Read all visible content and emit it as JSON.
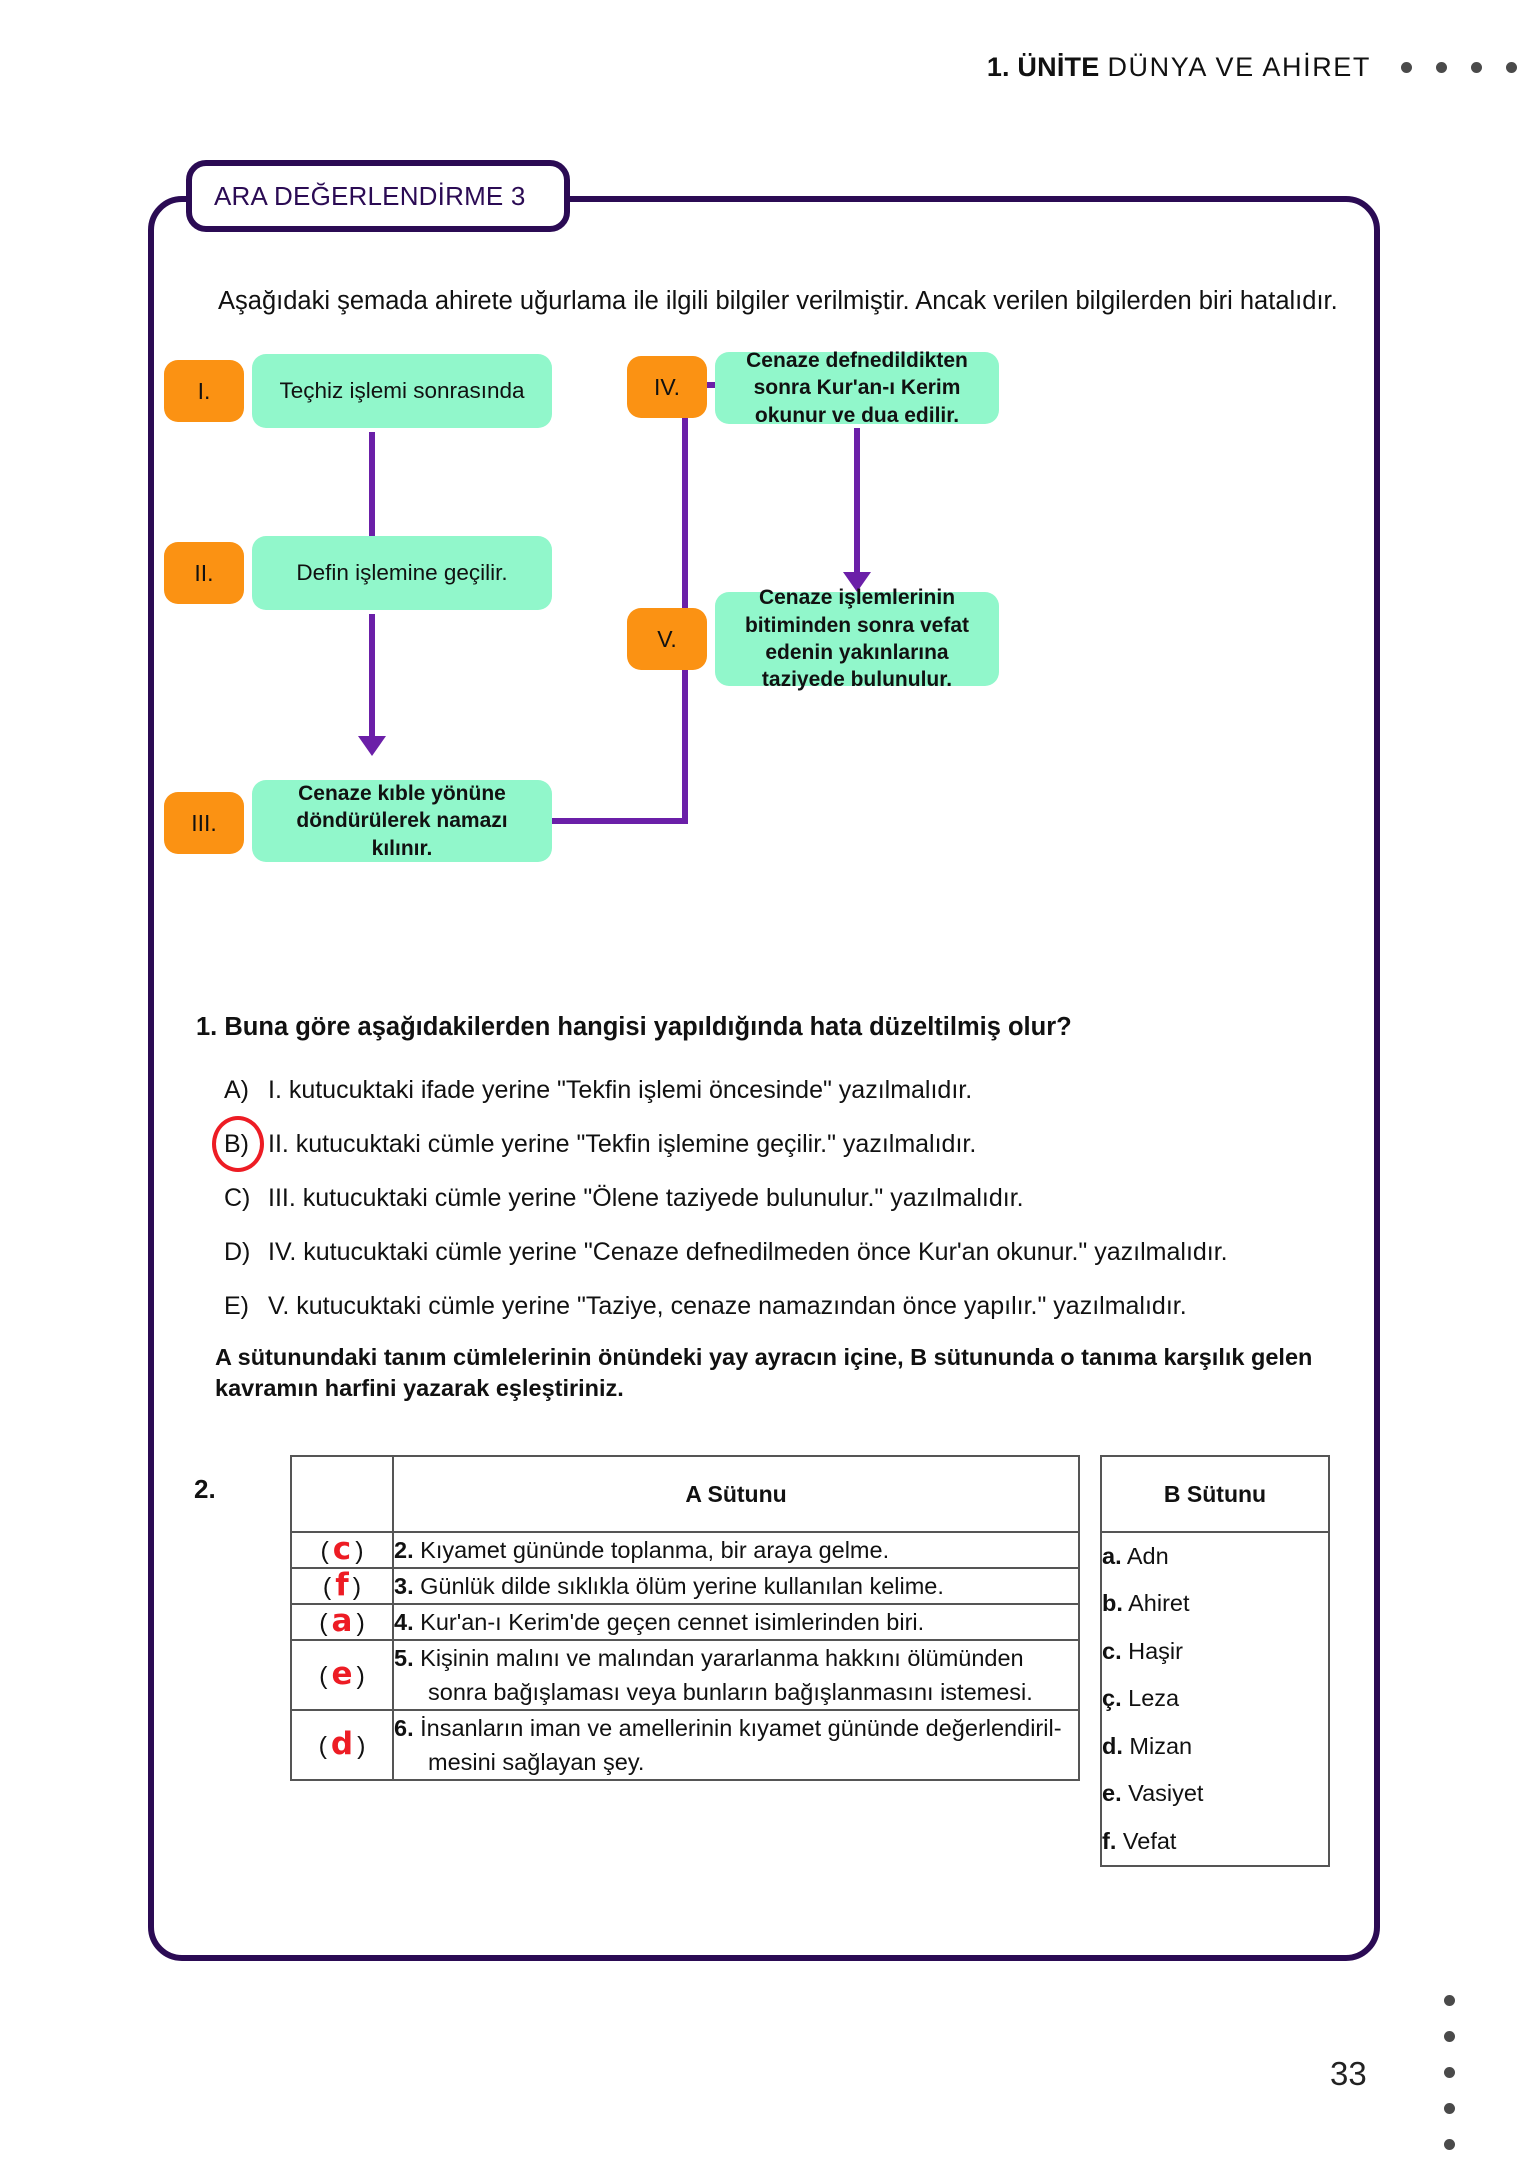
{
  "header": {
    "unit_strong": "1. ÜNİTE",
    "unit_light": "DÜNYA VE AHİRET",
    "dot_count": 4
  },
  "section": {
    "tab_label": "ARA DEĞERLENDİRME 3",
    "border_color": "#2b0b54"
  },
  "intro": {
    "text": "Aşağıdaki şemada ahirete uğurlama ile ilgili bilgiler verilmiştir. Ancak verilen bilgilerden biri hatalıdır."
  },
  "flowchart": {
    "badge_color": "#FB9213",
    "box_color": "#91F7CB",
    "arrow_color": "#6B1FA8",
    "steps": [
      {
        "numeral": "I.",
        "text": "Teçhiz işlemi sonrasında"
      },
      {
        "numeral": "II.",
        "text": "Defin işlemine geçilir."
      },
      {
        "numeral": "III.",
        "text": "Cenaze kıble yönüne döndürülerek namazı kılınır."
      },
      {
        "numeral": "IV.",
        "text": "Cenaze defnedildikten sonra Kur'an-ı Kerim okunur ve dua edilir."
      },
      {
        "numeral": "V.",
        "text": "Cenaze işlemlerinin bitiminden sonra vefat edenin yakınlarına taziyede bulunulur."
      }
    ]
  },
  "question1": {
    "number": "1.",
    "prompt": "Buna göre aşağıdakilerden hangisi yapıldığında hata düzeltilmiş olur?",
    "marked_option": "B",
    "mark_color": "#ED1C24",
    "options": [
      {
        "label": "A)",
        "text": "I. kutucuktaki ifade yerine \"Tekfin işlemi öncesinde\" yazılmalıdır."
      },
      {
        "label": "B)",
        "text": "II. kutucuktaki cümle yerine \"Tekfin işlemine geçilir.\" yazılmalıdır."
      },
      {
        "label": "C)",
        "text": "III. kutucuktaki cümle yerine \"Ölene taziyede bulunulur.\" yazılmalıdır."
      },
      {
        "label": "D)",
        "text": "IV. kutucuktaki cümle yerine \"Cenaze defnedilmeden önce Kur'an okunur.\" yazılmalıdır."
      },
      {
        "label": "E)",
        "text": "V. kutucuktaki cümle yerine \"Taziye, cenaze namazından önce yapılır.\" yazılmalıdır."
      }
    ]
  },
  "instruction2": {
    "text": "A sütunundaki tanım cümlelerinin önündeki yay ayracın içine, B sütununda o tanıma karşılık gelen kavramın harfini yazarak eşleştiriniz."
  },
  "question2": {
    "number": "2.",
    "column_a_header": "A Sütunu",
    "column_b_header": "B Sütunu",
    "answer_color": "#ED1C24",
    "rows": [
      {
        "answer": "c",
        "num": "2.",
        "text": "Kıyamet gününde toplanma, bir araya gelme.",
        "text2": ""
      },
      {
        "answer": "f",
        "num": "3.",
        "text": "Günlük dilde sıklıkla ölüm yerine kullanılan kelime.",
        "text2": ""
      },
      {
        "answer": "a",
        "num": "4.",
        "text": "Kur'an-ı Kerim'de geçen cennet isimlerinden biri.",
        "text2": ""
      },
      {
        "answer": "e",
        "num": "5.",
        "text": "Kişinin malını ve malından yararlanma hakkını ölümünden",
        "text2": "sonra bağışlaması veya bunların bağışlanmasını istemesi."
      },
      {
        "answer": "d",
        "num": "6.",
        "text": "İnsanların iman ve amellerinin kıyamet gününde değerlendiril-",
        "text2": "mesini sağlayan şey."
      }
    ],
    "column_b": [
      {
        "letter": "a.",
        "term": "Adn"
      },
      {
        "letter": "b.",
        "term": "Ahiret"
      },
      {
        "letter": "c.",
        "term": "Haşir"
      },
      {
        "letter": "ç.",
        "term": "Leza"
      },
      {
        "letter": "d.",
        "term": "Mizan"
      },
      {
        "letter": "e.",
        "term": "Vasiyet"
      },
      {
        "letter": "f.",
        "term": "Vefat"
      }
    ]
  },
  "footer": {
    "page_number": "33",
    "dot_count": 5
  }
}
